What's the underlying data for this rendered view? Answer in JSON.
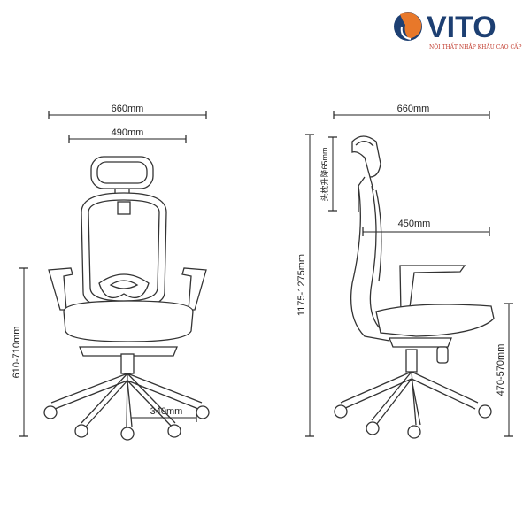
{
  "logo": {
    "brand": "VITO",
    "tagline": "NỘI THẤT NHẬP KHẨU CAO CẤP",
    "colors": {
      "navy": "#1d3f72",
      "orange": "#e8782a"
    }
  },
  "front_view": {
    "overall_width": "660mm",
    "seat_width": "490mm",
    "armrest_height": "610-710mm",
    "base_radius": "340mm"
  },
  "side_view": {
    "overall_depth": "660mm",
    "seat_depth": "450mm",
    "overall_height": "1175-1275mm",
    "seat_height": "470-570mm",
    "headrest_adjust": "头枕升降65mm"
  }
}
